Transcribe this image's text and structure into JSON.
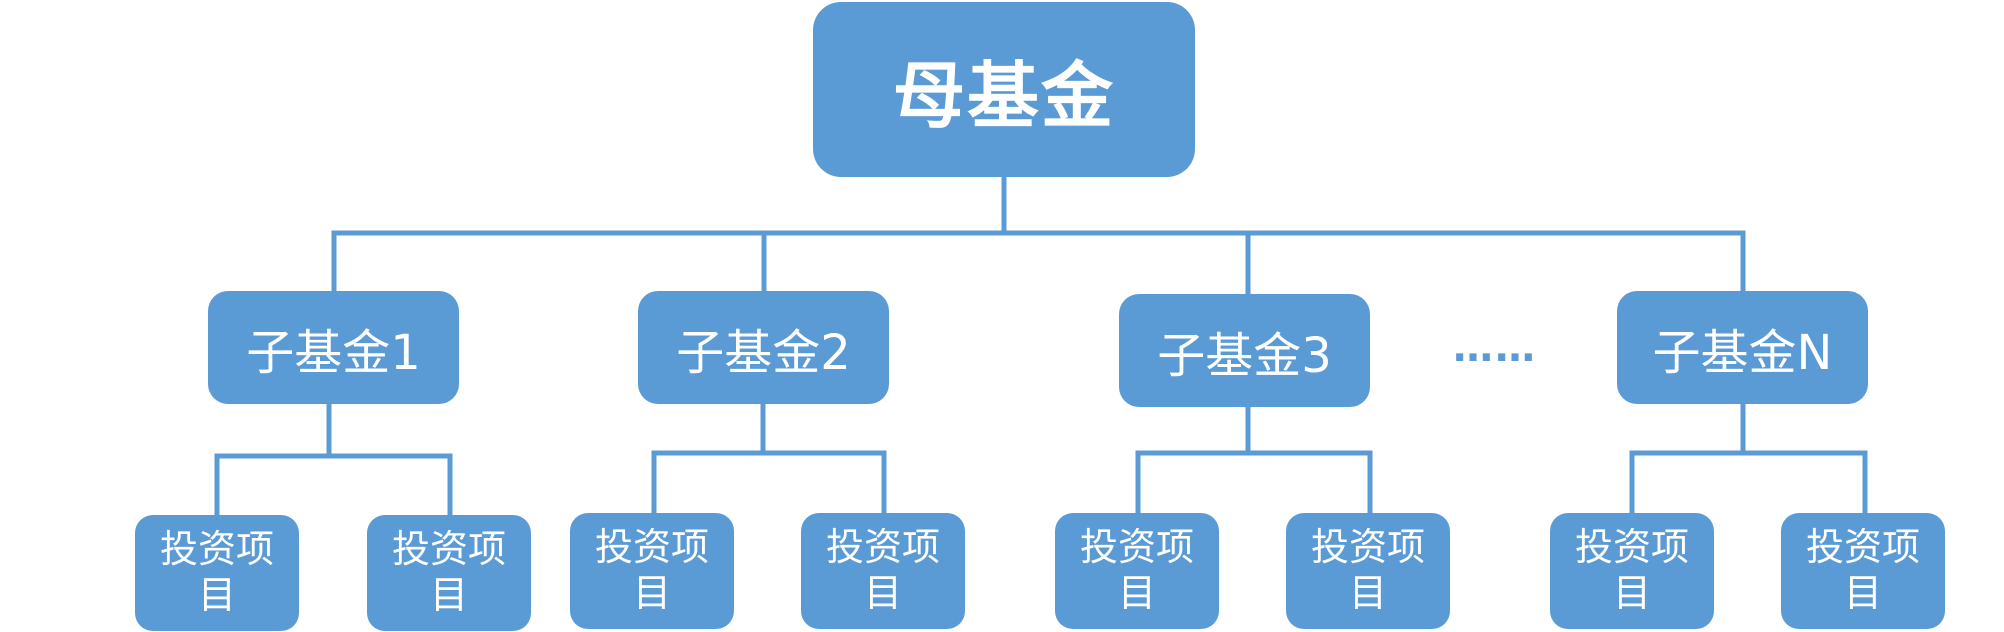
{
  "root": {
    "label": "母基金"
  },
  "sub_funds": [
    {
      "label": "子基金1",
      "projects": [
        "投资项目",
        "投资项目"
      ]
    },
    {
      "label": "子基金2",
      "projects": [
        "投资项目",
        "投资项目"
      ]
    },
    {
      "label": "子基金3",
      "projects": [
        "投资项目",
        "投资项目"
      ]
    },
    {
      "label": "子基金N",
      "projects": [
        "投资项目",
        "投资项目"
      ]
    }
  ],
  "ellipsis": "……",
  "colors": {
    "node_fill": "#5b9bd5",
    "connector": "#5b9bd5",
    "text": "#ffffff"
  }
}
